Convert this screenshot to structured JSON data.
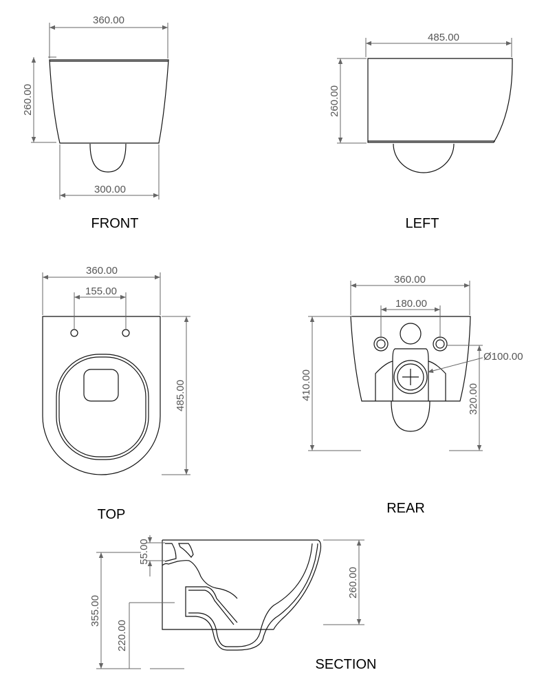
{
  "views": {
    "front": {
      "label": "FRONT",
      "width_top": "360.00",
      "height": "260.00",
      "width_bottom": "300.00"
    },
    "left": {
      "label": "LEFT",
      "depth": "485.00",
      "height": "260.00"
    },
    "top": {
      "label": "TOP",
      "width": "360.00",
      "hole_spacing": "155.00",
      "depth": "485.00"
    },
    "rear": {
      "label": "REAR",
      "width": "360.00",
      "hole_spacing": "180.00",
      "outlet_diameter": "Ø100.00",
      "total_height": "410.00",
      "outlet_height": "320.00"
    },
    "section": {
      "label": "SECTION",
      "inlet_height": "55.00",
      "total_height": "355.00",
      "outlet_height": "220.00",
      "bowl_height": "260.00"
    }
  },
  "colors": {
    "outline": "#111111",
    "dimension": "#666666"
  }
}
